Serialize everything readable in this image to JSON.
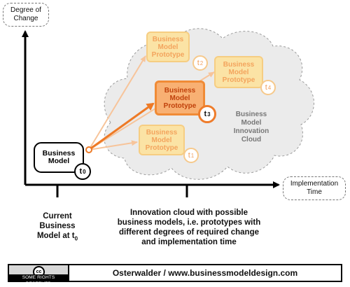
{
  "axes": {
    "y_label": "Degree of\nChange",
    "x_label": "Implementation\nTime"
  },
  "current": {
    "label": "Business\nModel",
    "time": "t",
    "time_sub": "0"
  },
  "cloud_label": "Business\nModel\nInnovation\nCloud",
  "prototypes": [
    {
      "id": "p2",
      "label": "Business\nModel\nPrototype",
      "time": "t",
      "time_sub": "2",
      "highlight": false
    },
    {
      "id": "p4",
      "label": "Business\nModel\nPrototype",
      "time": "t",
      "time_sub": "4",
      "highlight": false
    },
    {
      "id": "p3",
      "label": "Business\nModel\nPrototype",
      "time": "t",
      "time_sub": "3",
      "highlight": true
    },
    {
      "id": "p1",
      "label": "Business\nModel\nPrototype",
      "time": "t",
      "time_sub": "1",
      "highlight": false
    }
  ],
  "captions": {
    "left_text": "Current\nBusiness\nModel at t",
    "left_sub": "0",
    "right_text": "Innovation cloud with possible\nbusiness models, i.e. prototypes with\ndifferent degrees of required change\nand implementation time"
  },
  "footer": {
    "cc_logo": "cc",
    "cc_text": "SOME RIGHTS RESERVED",
    "credit": "Osterwalder / www.businessmodeldesign.com"
  },
  "colors": {
    "light_box": "#fbe3a5",
    "light_border": "#f6cd82",
    "dark_box": "#f8b073",
    "dark_border": "#f08b36",
    "arrow_light": "#f7c49a",
    "arrow_dark": "#ee7a26",
    "cloud": "#ebebeb"
  }
}
